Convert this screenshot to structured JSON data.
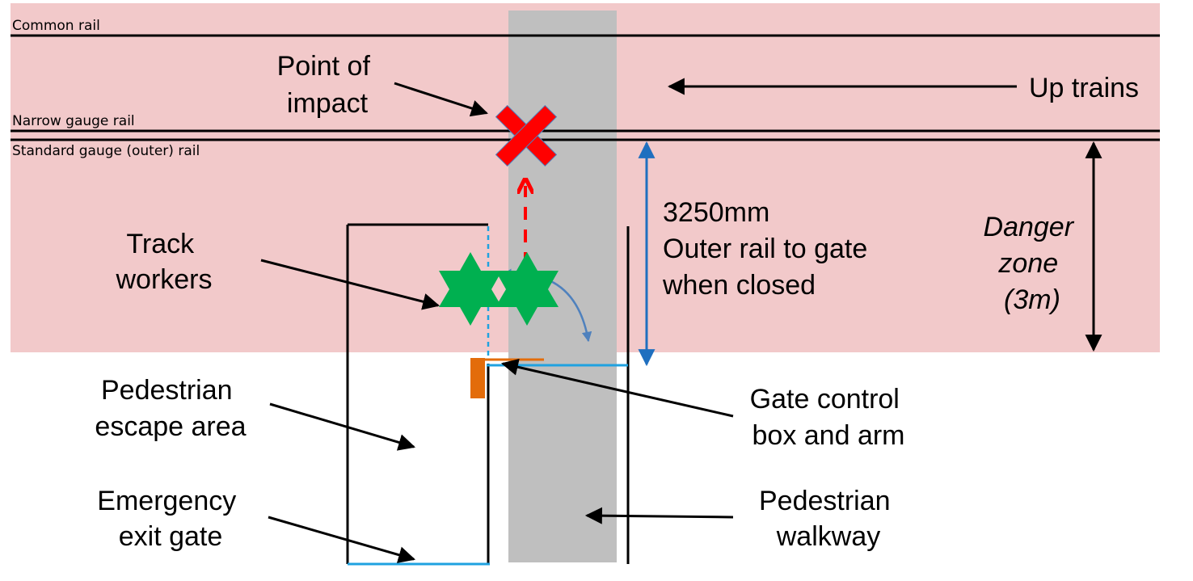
{
  "rails": {
    "common": "Common rail",
    "narrow": "Narrow gauge rail",
    "standard": "Standard gauge (outer) rail"
  },
  "labels": {
    "point_of_impact": [
      "Point of",
      "impact"
    ],
    "up_trains": "Up trains",
    "measurement": [
      "3250mm",
      "Outer rail to gate",
      "when closed"
    ],
    "danger_zone": [
      "Danger",
      "zone",
      "(3m)"
    ],
    "track_workers": [
      "Track",
      "workers"
    ],
    "escape_area": [
      "Pedestrian",
      "escape area"
    ],
    "gate_control": [
      "Gate control",
      "box and arm"
    ],
    "emergency_exit": [
      "Emergency",
      "exit gate"
    ],
    "walkway": [
      "Pedestrian",
      "walkway"
    ]
  },
  "colors": {
    "danger_zone_fill": "#f2c9ca",
    "walkway": "#bfbfbf",
    "impact_marker": "#ff0000",
    "worker_marker": "#00b050",
    "measure_arrow": "#1f6fbf",
    "gate_line": "#1fa2e0",
    "control_box": "#e36c0a"
  },
  "icons": {
    "impact": "red-cross-icon",
    "workers": "green-star-icon"
  }
}
